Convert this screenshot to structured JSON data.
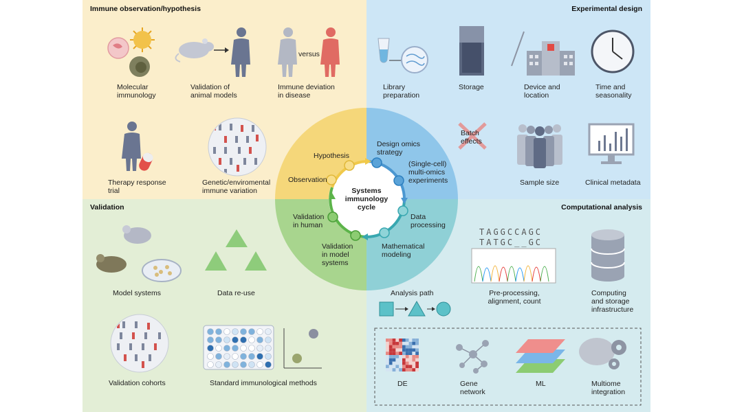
{
  "quadrants": {
    "immune": {
      "title": "Immune observation/hypothesis",
      "color": "#fbeecb",
      "items": {
        "molecular": "Molecular\nimmunology",
        "animal_models": "Validation of\nanimal models",
        "deviation": "Immune deviation\nin disease",
        "versus": "versus",
        "therapy": "Therapy response\ntrial",
        "genetic": "Genetic/enviromental\nimmune variation"
      }
    },
    "experimental": {
      "title": "Experimental design",
      "color": "#cde6f6",
      "items": {
        "library": "Library\npreparation",
        "storage": "Storage",
        "device": "Device and\nlocation",
        "time": "Time and\nseasonality",
        "batch": "Batch\neffects",
        "sample_size": "Sample size",
        "clinical": "Clinical metadata"
      }
    },
    "validation": {
      "title": "Validation",
      "color": "#e3eed6",
      "items": {
        "model_systems": "Model systems",
        "data_reuse": "Data re-use",
        "cohorts": "Validation cohorts",
        "methods": "Standard immunological methods"
      }
    },
    "computational": {
      "title": "Computational analysis",
      "color": "#d5ebef",
      "items": {
        "seq_top": "TAGGCCAGC",
        "seq_bottom": "TATGC__GC",
        "preprocessing": "Pre-processing,\nalignment, count",
        "computing": "Computing\nand storage\ninfrastructure",
        "analysis_path": "Analysis path",
        "de": "DE",
        "gene_network": "Gene\nnetwork",
        "ml": "ML",
        "multiome": "Multiome\nintegration"
      }
    }
  },
  "cycle": {
    "center": "Systems\nimmunology\ncycle",
    "steps": {
      "hypothesis": "Hypothesis",
      "design": "Design omics\nstrategy",
      "multiomics": "(Single-cell)\nmulti-omics\nexperiments",
      "data_processing": "Data\nprocessing",
      "modeling": "Mathematical\nmodeling",
      "validation_model": "Validation\nin model\nsystems",
      "validation_human": "Validation\nin human",
      "observation": "Observation"
    },
    "colors": {
      "yellow": "#f5d77a",
      "blue": "#8fc6ea",
      "teal": "#8fd0d6",
      "green": "#a8d58e"
    }
  }
}
